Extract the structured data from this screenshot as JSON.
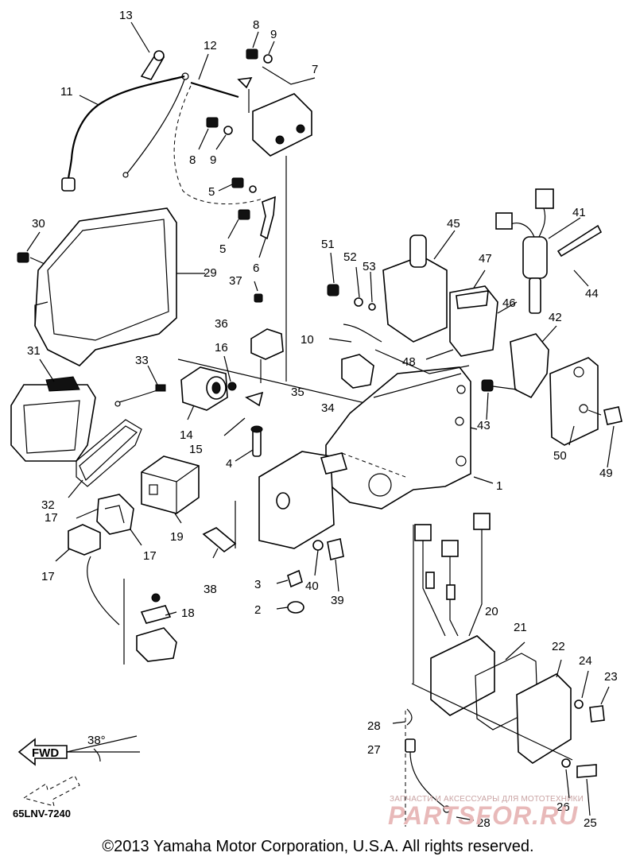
{
  "diagram": {
    "drawing_code": "65LNV-7240",
    "copyright": "©2013 Yamaha Motor Corporation, U.S.A. All rights reserved.",
    "fwd_label": "FWD",
    "fwd_angle": "38°",
    "watermark": {
      "line": "ЗАПЧАСТИ И АКСЕССУАРЫ ДЛЯ МОТОТЕХНИКИ",
      "brand": "PARTSFOR.RU"
    },
    "part_numbers": {
      "p1": "1",
      "p2": "2",
      "p3": "3",
      "p4": "4",
      "p5a": "5",
      "p5b": "5",
      "p6": "6",
      "p7": "7",
      "p8a": "8",
      "p8b": "8",
      "p9a": "9",
      "p9b": "9",
      "p10": "10",
      "p11": "11",
      "p12": "12",
      "p13": "13",
      "p14": "14",
      "p15": "15",
      "p16": "16",
      "p17a": "17",
      "p17b": "17",
      "p17c": "17",
      "p18": "18",
      "p19": "19",
      "p20": "20",
      "p21": "21",
      "p22": "22",
      "p23": "23",
      "p24": "24",
      "p25": "25",
      "p26": "26",
      "p27": "27",
      "p28a": "28",
      "p28b": "28",
      "p29": "29",
      "p30": "30",
      "p31": "31",
      "p32": "32",
      "p33": "33",
      "p34": "34",
      "p35": "35",
      "p36": "36",
      "p37": "37",
      "p38": "38",
      "p39": "39",
      "p40": "40",
      "p41": "41",
      "p42": "42",
      "p43": "43",
      "p44": "44",
      "p45": "45",
      "p46": "46",
      "p47": "47",
      "p48": "48",
      "p49": "49",
      "p50": "50",
      "p51": "51",
      "p52": "52",
      "p53": "53"
    }
  }
}
